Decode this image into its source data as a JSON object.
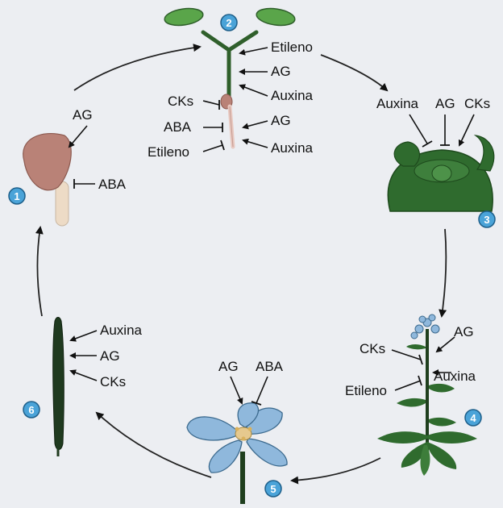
{
  "stages": [
    {
      "number": "1",
      "name": "seed"
    },
    {
      "number": "2",
      "name": "seedling"
    },
    {
      "number": "3",
      "name": "shoot-apex"
    },
    {
      "number": "4",
      "name": "plant"
    },
    {
      "number": "5",
      "name": "flower"
    },
    {
      "number": "6",
      "name": "silique"
    }
  ],
  "labels": {
    "seed_ag": "AG",
    "seed_aba": "ABA",
    "seedling_etileno": "Etileno",
    "seedling_ag": "AG",
    "seedling_auxina": "Auxina",
    "seedling_cks": "CKs",
    "seedling_aba": "ABA",
    "seedling_etileno2": "Etileno",
    "seedling_ag2": "AG",
    "seedling_auxina2": "Auxina",
    "apex_auxina": "Auxina",
    "apex_ag": "AG",
    "apex_cks": "CKs",
    "plant_ag": "AG",
    "plant_cks": "CKs",
    "plant_auxina": "Auxina",
    "plant_etileno": "Etileno",
    "flower_ag": "AG",
    "flower_aba": "ABA",
    "silique_auxina": "Auxina",
    "silique_ag": "AG",
    "silique_cks": "CKs"
  },
  "colors": {
    "background": "#eceef2",
    "badge": "#4aa3d8",
    "leaf_green": "#2f6b2e",
    "cotyledon_green": "#5aa54a",
    "seed_brown": "#b98277",
    "flower_blue": "#8fb8dc"
  }
}
